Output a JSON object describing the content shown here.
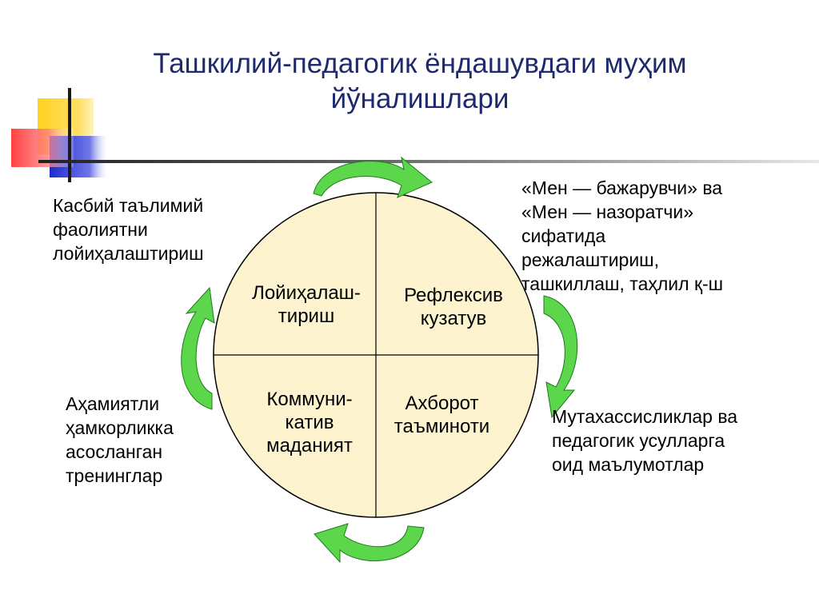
{
  "title_lines": [
    "Ташкилий-педагогик ёндашувдаги муҳим",
    "йўналишлари"
  ],
  "quadrants": {
    "top_left": [
      "Лойиҳалаш-",
      "тириш"
    ],
    "top_right": [
      "Рефлексив",
      "кузатув"
    ],
    "bottom_left": [
      "Коммуни-",
      "катив",
      "маданият"
    ],
    "bottom_right": [
      "Ахборот",
      "таъминоти"
    ]
  },
  "captions": {
    "top_left": [
      "Касбий таълимий",
      "фаолиятни",
      "лойиҳалаштириш"
    ],
    "top_right": [
      "«Мен — бажарувчи» ва",
      "«Мен — назоратчи»",
      "сифатида",
      "режалаштириш,",
      "ташкиллаш, таҳлил қ-ш"
    ],
    "bottom_left": [
      "Аҳамиятли",
      "ҳамкорликка",
      "асосланган",
      "тренинглар"
    ],
    "bottom_right": [
      "Мутахассисликлар ва",
      "педагогик усулларга",
      "оид маълумотлар"
    ]
  },
  "colors": {
    "title": "#1f2a6d",
    "circle_fill": "#fdf4cf",
    "arrow_green": "#5cd64a",
    "deco_yellow": "#ffd21f",
    "deco_red": "#ff5050",
    "deco_blue": "#2233cc"
  }
}
